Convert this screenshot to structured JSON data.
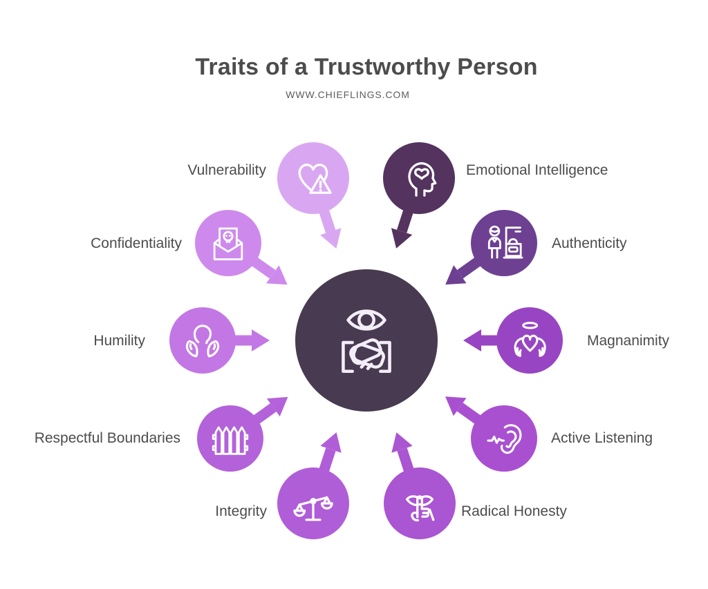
{
  "header": {
    "title": "Traits of a Trustworthy Person",
    "subtitle": "WWW.CHIEFLINGS.COM"
  },
  "page": {
    "background_color": "#ffffff",
    "text_color": "#4c4c4c"
  },
  "center": {
    "name": "Trustworthy Person",
    "icon": "eye-handshake-icon",
    "color": "#483a50",
    "icon_color": "#f3edf8"
  },
  "traits": [
    {
      "label": "Vulnerability",
      "icon": "heart-warning-icon",
      "color": "#d9a7f1",
      "position": "top-left"
    },
    {
      "label": "Emotional Intelligence",
      "icon": "head-heart-icon",
      "color": "#54335f",
      "position": "top-right"
    },
    {
      "label": "Authenticity",
      "icon": "person-checkpoint-icon",
      "color": "#6d4092",
      "position": "upper-right"
    },
    {
      "label": "Magnanimity",
      "icon": "winged-heart-halo-icon",
      "color": "#9845c3",
      "position": "right"
    },
    {
      "label": "Active Listening",
      "icon": "ear-soundwave-icon",
      "color": "#a950d1",
      "position": "lower-right"
    },
    {
      "label": "Radical Honesty",
      "icon": "shush-lips-finger-icon",
      "color": "#aa55d2",
      "position": "bottom-right"
    },
    {
      "label": "Integrity",
      "icon": "balance-scale-icon",
      "color": "#b05dd8",
      "position": "bottom-left"
    },
    {
      "label": "Respectful Boundaries",
      "icon": "picket-fence-icon",
      "color": "#b362da",
      "position": "lower-left"
    },
    {
      "label": "Humility",
      "icon": "head-in-hands-icon",
      "color": "#c377e4",
      "position": "left"
    },
    {
      "label": "Confidentiality",
      "icon": "skull-envelope-icon",
      "color": "#cd8aec",
      "position": "upper-left"
    }
  ]
}
